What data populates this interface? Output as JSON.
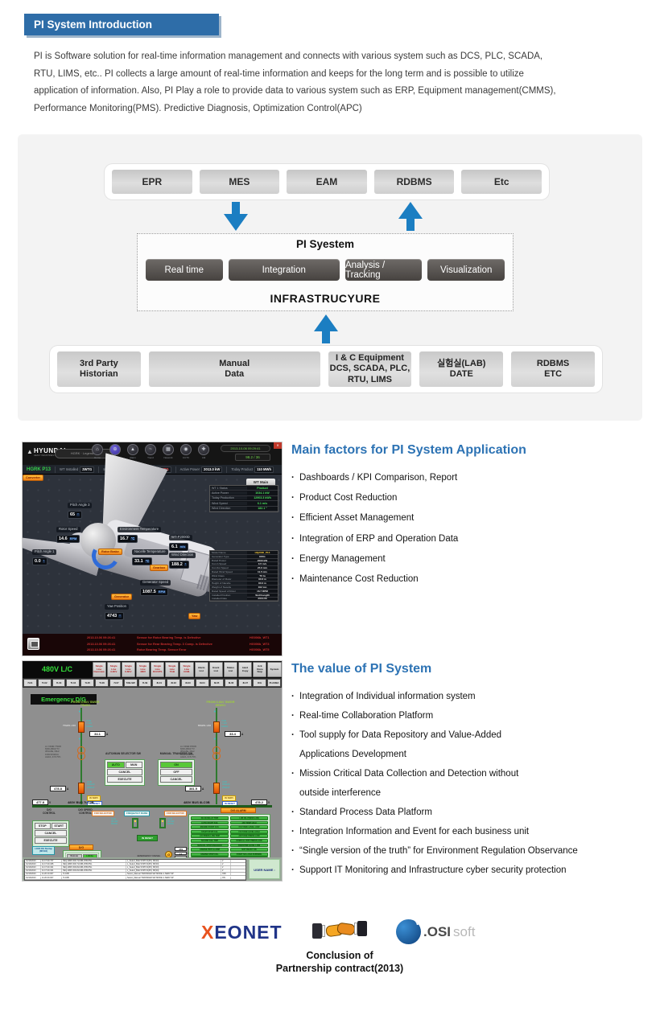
{
  "colors": {
    "accent_blue": "#2d73b4",
    "banner_bg": "#2e6da8",
    "arrow_blue": "#1b7ec2",
    "panel_bg": "#f3f3f3"
  },
  "header": {
    "title": "PI System Introduction"
  },
  "intro": {
    "lines": [
      "PI is Software solution for real-time information management and connects with various system such as DCS, PLC, SCADA,",
      "RTU, LIMS, etc.. PI collects a large amount of real-time information and keeps for the long term and is possible to utilize",
      "application of information. Also, PI Play a role to provide data to various system such as ERP, Equipment management(CMMS),",
      "Performance Monitoring(PMS). Predictive Diagnosis, Optimization Control(APC)"
    ]
  },
  "diagram": {
    "top_systems": [
      "EPR",
      "MES",
      "EAM",
      "RDBMS",
      "Etc"
    ],
    "pi_title": "PI Syestem",
    "pi_modules": [
      "Real time",
      "Integration",
      "Analysis / Tracking",
      "Visualization"
    ],
    "infrastructure": "INFRASTRUCYURE",
    "sources": [
      {
        "l1": "3rd Party",
        "l2": "Historian"
      },
      {
        "l1": "Manual",
        "l2": "Data"
      },
      {
        "l1": "I & C Equipment",
        "l2": "DCS, SCADA, PLC, RTU, LIMS"
      },
      {
        "l1": "실험실(LAB)",
        "l2": "DATE"
      },
      {
        "l1": "RDBMS",
        "l2": "ETC"
      }
    ]
  },
  "section1": {
    "heading": "Main factors for PI System Application",
    "bullets": [
      "Dashboards / KPI Comparison, Report",
      "Product Cost Reduction",
      "Efficient Asset Management",
      "Integration of ERP and Operation Data",
      "Energy Management",
      "Maintenance Cost Reduction"
    ]
  },
  "section2": {
    "heading": "The value of PI System",
    "lines": [
      {
        "text": "Integration of Individual information system",
        "cls": ""
      },
      {
        "text": "Real-time Collaboration Platform",
        "cls": ""
      },
      {
        "text": "Tool supply for Data Repository and Value-Added",
        "cls": ""
      },
      {
        "text": "Applications Development",
        "cls": "cont"
      },
      {
        "text": "Mission Critical Data Collection and Detection without",
        "cls": ""
      },
      {
        "text": "outside interference",
        "cls": "cont"
      },
      {
        "text": "Standard Process Data Platform",
        "cls": ""
      },
      {
        "text": "Integration Information and Event for each business unit",
        "cls": ""
      },
      {
        "text": "“Single version of the truth”  for Environment Regulation Observance",
        "cls": ""
      },
      {
        "text": "Support IT Monitoring and Infrastructure cyber security protection",
        "cls": ""
      }
    ]
  },
  "hmi1": {
    "brand": "HYUNDAI",
    "brand_sub": "HEAVY INDUSTRIES CO., LTD.",
    "pill": "HGRK · Legend Key",
    "nav": [
      {
        "icon": "⌂",
        "label": "Home",
        "cls": ""
      },
      {
        "icon": "⊕",
        "label": "P&Id",
        "cls": "active"
      },
      {
        "icon": "▲",
        "label": "Alarm",
        "cls": ""
      },
      {
        "icon": "~",
        "label": "Trend",
        "cls": ""
      },
      {
        "icon": "▦",
        "label": "Network",
        "cls": ""
      },
      {
        "icon": "◉",
        "label": "CCTV",
        "cls": ""
      },
      {
        "icon": "✚",
        "label": "Util",
        "cls": ""
      }
    ],
    "datetime": "2013-10-06 09:29:41",
    "wind": "98.2 / 36",
    "site": "HGRK P13",
    "status": [
      {
        "l": "WT Installed",
        "v": "2WTG",
        "cls": ""
      },
      {
        "l": "In Product",
        "v": "2WTG",
        "cls": ""
      },
      {
        "l": "In Error",
        "v": "0WTG",
        "cls": "red"
      },
      {
        "l": "Active Power",
        "v": "2013.0 kW",
        "cls": ""
      },
      {
        "l": "Today Product",
        "v": "110 MWh",
        "cls": ""
      }
    ],
    "wt_main": "WT Main",
    "callouts": [
      {
        "label": "Pitch Angle 3",
        "value": "65",
        "unit": "°"
      },
      {
        "label": "Rotor Speed",
        "value": "14.6",
        "unit": "RPM"
      },
      {
        "label": "Pitch Angle 1",
        "value": "0.0",
        "unit": "°"
      },
      {
        "label": "Environment Temperature",
        "value": "16.7",
        "unit": "℃"
      },
      {
        "label": "Nacelle Temperature",
        "value": "33.1",
        "unit": "℃"
      },
      {
        "label": "WT-P2000D",
        "value": "6.1",
        "unit": "m/s"
      },
      {
        "label": "Wind Direction",
        "value": "188.2",
        "unit": "°"
      },
      {
        "label": "Generator Speed",
        "value": "1087.5",
        "unit": "RPM"
      },
      {
        "label": "Yaw Position",
        "value": "4743",
        "unit": "°"
      }
    ],
    "chips": [
      "Rotor Brake",
      "Gearbox",
      "Generator",
      "Yaw",
      "Converter"
    ],
    "table1": [
      {
        "l": "WT 1 Status",
        "v": "Product",
        "cls": ""
      },
      {
        "l": "Active Power",
        "v": "1034.1 kW",
        "cls": ""
      },
      {
        "l": "Today Production",
        "v": "12903.3 kWh",
        "cls": ""
      },
      {
        "l": "Wind Speed",
        "v": "6.1 m/s",
        "cls": ""
      },
      {
        "l": "Wind Direction",
        "v": "182.1 °",
        "cls": ""
      }
    ],
    "table2": [
      {
        "l": "Model Name",
        "v": "HQ2000_P13",
        "cls": "yel"
      },
      {
        "l": "Generator Type",
        "v": "DFIG",
        "cls": ""
      },
      {
        "l": "Rated Power",
        "v": "2000 kW",
        "cls": ""
      },
      {
        "l": "Cut-In Speed",
        "v": "3.5 m/s",
        "cls": ""
      },
      {
        "l": "Cut-Out Speed",
        "v": "25.0 m/s",
        "cls": ""
      },
      {
        "l": "Rated Wind Speed",
        "v": "11.5 m/s",
        "cls": ""
      },
      {
        "l": "Wind Class",
        "v": "TC Ia",
        "cls": ""
      },
      {
        "l": "Diameter of Rotor",
        "v": "90.6 m",
        "cls": ""
      },
      {
        "l": "Height of Nacelle",
        "v": "80.0 m",
        "cls": ""
      },
      {
        "l": "Weight of Nacelle",
        "v": "162 ton",
        "cls": ""
      },
      {
        "l": "Rated Speed of Rotor",
        "v": "16.7 RPM",
        "cls": ""
      },
      {
        "l": "Installed Position",
        "v": "SinChangRi",
        "cls": ""
      },
      {
        "l": "Installed Date",
        "v": "2010.06",
        "cls": ""
      }
    ],
    "alarms": [
      {
        "t": "2013.10.06 09:26:41",
        "m": "Sensor for Rotor Bearing Temp. is Defective",
        "c": "HG006b_WT1"
      },
      {
        "t": "2013.10.06 09:26:41",
        "m": "Sensor for Rear Bearing Temp. 3 Comp. is Defective",
        "c": "HG006b_WT3"
      },
      {
        "t": "2013.10.06 09:26:41",
        "m": "Rotor Bearing Temp. Sensor Error",
        "c": "HG006b_WT5"
      }
    ]
  },
  "hmi2": {
    "title": "480V L/C",
    "menus": [
      {
        "l1": "Single Line",
        "l2": "Overview",
        "cls": "red"
      },
      {
        "l1": "Single Line",
        "l2": "3.3KV",
        "cls": "red"
      },
      {
        "l1": "Single Line",
        "l2": "6.6KV",
        "cls": "red"
      },
      {
        "l1": "Single Line",
        "l2": "480V",
        "cls": "red"
      },
      {
        "l1": "Single Line",
        "l2": "DC/UPS",
        "cls": "red"
      },
      {
        "l1": "Single Line",
        "l2": "TGB",
        "cls": "red"
      },
      {
        "l1": "Single Line",
        "l2": "COM.",
        "cls": "red"
      },
      {
        "l1": "Alarm",
        "l2": "List",
        "cls": "blk"
      },
      {
        "l1": "Event",
        "l2": "List",
        "cls": "blk"
      },
      {
        "l1": "Status",
        "l2": "List",
        "cls": "blk"
      },
      {
        "l1": "Hard",
        "l2": "Copy",
        "cls": "blk"
      },
      {
        "l1": "Ack",
        "l2": "Voice Stop",
        "cls": "blk"
      },
      {
        "l1": "System",
        "l2": "",
        "cls": "blk"
      }
    ],
    "codes": [
      "7L01",
      "TL02",
      "7L03",
      "TL04",
      "7L05",
      "TL06",
      "7L07",
      "TAB-SW",
      "7L09",
      "8L01",
      "8L02",
      "8L03",
      "8L04",
      "8L05",
      "8L06",
      "8L07",
      "D/G",
      "PLASMA"
    ],
    "screen_title": "Emergency D/G",
    "feed_left": {
      "l1": "FROM 6.6kV SWGR",
      "l2": "7SW01"
    },
    "feed_right": {
      "l1": "FROM 6.6kV SWGR",
      "l2": "8SW01"
    },
    "tag_left": "7SW01-V20",
    "tag_right": "8SW01-V20",
    "vcb_lines": [
      "VCB",
      "7.2kV",
      "1200A"
    ],
    "amp_left": "34.1",
    "amp_right": "33.4",
    "amp_unit": "A",
    "xfmr_left": [
      "LC XFMR 7TR05",
      "6600-480/277V",
      "3PHASE, 60Hz",
      "1000/1333kVA",
      "AA/FA, Z=5.75%"
    ],
    "xfmr_right": [
      "LC XFMR 8TR05",
      "6600-480/277V",
      "3PHASE, 60Hz",
      "1000/1333kVA",
      "AA/FA, Z=5.75%"
    ],
    "acb_lines": [
      "ACB",
      "3200AF",
      "2500AT"
    ],
    "amp2_left": "478.8",
    "amp2_right": "381.5",
    "chip_serv": "IN SERV",
    "chip_reset": "IN RESET",
    "sel_label": "AUTO/MAN SELECTOR SW",
    "sel_auto": "AUTO",
    "sel_man": "MAN",
    "sel_cancel": "CANCEL",
    "sel_exec": "EXECUTE",
    "tr_label": "MANUAL TRANSFER SW",
    "tr_on": "ON",
    "tr_off": "OFF",
    "tr_cancel": "CANCEL",
    "bus_left": "480V BUS 7LC0B",
    "bus_right": "480V BUS 8LC0B",
    "volt_left": "477.8",
    "volt_right": "478.2",
    "volt_unit": "V",
    "fdr_left": "FDR SELECTOR",
    "freq_raise": "FREQ&VOLT RAISE",
    "fdr_right": "FDR SELECTOR",
    "acb2_lines": [
      "ACB",
      "3P/4W",
      "800AF"
    ],
    "reset_chip": "IN RESET",
    "dgc1": "D/G",
    "dgc2": "CONTROL",
    "dgs1": "D/G SPEED",
    "dgs2": "CONTROL",
    "dg_stop": "STOP",
    "dg_start": "START",
    "dg_cancel": "CANCEL",
    "dg_exec": "EXECUTE",
    "lock_lines": "LOCK DG Startup (MF194)",
    "load_lines": "LOAD B/U Load Sequence",
    "dg_title": "D/G",
    "mot1": {
      "a": "Remote",
      "b": "LOCAL"
    },
    "mot2": {
      "a": "HEATER",
      "b": "RUNNING"
    },
    "gen_label": "EMERGENCY DIESEL GENERATOR 750kW",
    "gen_g": "G",
    "meters": [
      {
        "v": "479",
        "u": "V"
      },
      {
        "v": "12",
        "u": "A"
      },
      {
        "v": "60.1",
        "u": "Hz"
      },
      {
        "v": "8",
        "u": "kW"
      },
      {
        "v": "0.99",
        "u": "PF"
      }
    ],
    "alarm_title": "D/G ALARM",
    "al1": [
      "DG 86 RELAY TRIP",
      "AUTO START FAIL",
      "ENGINE START FAIL",
      "START STOP FAIL",
      "L/O PRESS LOW TRIP",
      "NO DSP FAIL TRIP",
      "MANUAL STOP ENGAGED",
      "ENGINE TRIP ALARM",
      "ENGINE STOP FAIL",
      "ENGINE OVERSPEED"
    ],
    "al1b": [
      "DG STATIC & LOGIC SEL",
      "ENGINE TEMP HI ALARM",
      "ENGINE TEMP HI TRIP"
    ],
    "al2": [
      "LUB OIL PRESS LOW",
      "J/W TEMP HIGH",
      "F/O TANK LEVEL LOW",
      "F/O TANK LEVEL HIGH",
      "AIR TANK PRESS LOW",
      "OVERALL DIFF PRESS LOW",
      "RADIATOR LEVEL LOW",
      "NOT READY ON",
      "START NO-LOAD RUNNING",
      "L/O FILTER PRESS DIFF HI"
    ],
    "al2b": [
      "WINDING TEMP HI R-A",
      "WINDING TEMP HI S-B",
      "WINDING TEMP HI T-C"
    ],
    "log": [
      {
        "d": "01/10/2013",
        "t": "11:17:20.747",
        "g": "XEQ-480V-SW-7LC0B-VFB-PNL",
        "s": "L_Select_BLE STATUS(PC) SP(DI)",
        "v": "2"
      },
      {
        "d": "01/10/2013",
        "t": "11:17:20.186",
        "g": "XEQ-480V-SW-7LC0B-VFB-PNL",
        "s": "L_Select_BLE STATUS(PC) SP(DI)",
        "v": "2"
      },
      {
        "d": "01/10/2013",
        "t": "11:17:20.341",
        "g": "XEQ-480V-SW-8LC0B-VFB-PNL",
        "s": "L_Select_BLE STATUS(PC) SP(DI)",
        "v": "2"
      },
      {
        "d": "01/10/2013",
        "t": "11:17:20.341",
        "g": "XEQ-480V-SW-8LC0B-VFB-PNL",
        "s": "L_Select_BLE STATUS(PC) SP(DI)",
        "v": "2"
      },
      {
        "d": "01/10/2013",
        "t": "11:20:10.007",
        "g": "7LC0B",
        "s": "Select_Manual TRANSFER SW MODE in SERV SP",
        "v": "OFF"
      },
      {
        "d": "01/10/2013",
        "t": "11:20:40.007",
        "g": "7LC0B",
        "s": "Select_Manual TRANSFER SW MODE in SERV SP",
        "v": "ON"
      }
    ],
    "user": "USER NAME :"
  },
  "footer": {
    "xeonet_x": "X",
    "xeonet_rest": "EONET",
    "cap1": "Conclusion of",
    "cap2": "Partnership contract(2013)",
    "osi_dot": ".",
    "osi_bold": "OSI",
    "osi_light": "soft"
  }
}
